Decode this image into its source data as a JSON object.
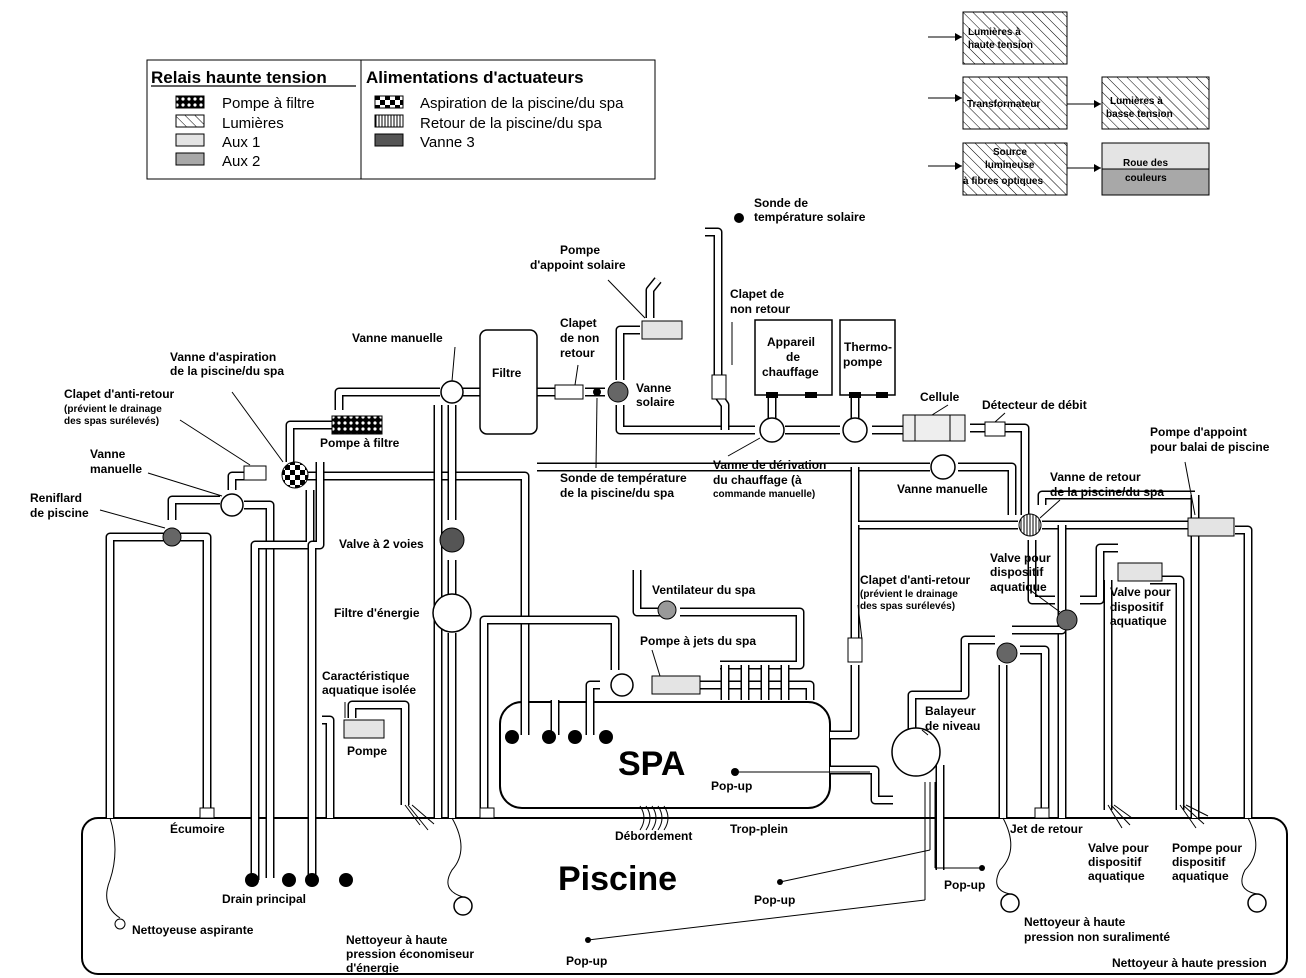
{
  "legend": {
    "col1_title": "Relais haunte tension",
    "col2_title": "Alimentations d'actuateurs",
    "col1_items": [
      {
        "label": "Pompe à filtre",
        "pattern": "dots"
      },
      {
        "label": "Lumières",
        "pattern": "hatch"
      },
      {
        "label": "Aux 1",
        "pattern": "light-gray"
      },
      {
        "label": "Aux 2",
        "pattern": "gray"
      }
    ],
    "col2_items": [
      {
        "label": "Aspiration de la piscine/du spa",
        "pattern": "checker"
      },
      {
        "label": "Retour de la piscine/du spa",
        "pattern": "vertical-lines"
      },
      {
        "label": "Vanne 3",
        "pattern": "dark-gray"
      }
    ]
  },
  "lights": {
    "hv_lights": "Lumières à haute tension",
    "transformer": "Transformateur",
    "lv_lights": "Lumières à basse tension",
    "fiber_source": "Source lumineuse à fibres optiques",
    "color_wheel": "Roue des couleurs"
  },
  "labels": {
    "solar_temp_sensor": "Sonde de température solaire",
    "solar_booster": "Pompe d'appoint solaire",
    "check_valve": "Clapet de non retour",
    "check_valve2": "Clapet de non retour",
    "manual_valve_top": "Vanne manuelle",
    "filter": "Filtre",
    "solar_valve": "Vanne solaire",
    "heater": "Appareil de chauffage",
    "heat_pump": "Thermo-pompe",
    "cell": "Cellule",
    "flow_detector": "Détecteur de débit",
    "suction_valve": "Vanne d'aspiration de la piscine/du spa",
    "anti_return": "Clapet d'anti-retour",
    "anti_return_note": "(prévient le drainage des spas surélevés)",
    "filter_pump": "Pompe à filtre",
    "manual_valve_left": "Vanne manuelle",
    "sniffer": "Reniflard de piscine",
    "pool_temp_sensor": "Sonde de température de la piscine/du spa",
    "heater_bypass": "Vanne de dérivation du chauffage",
    "heater_bypass_note": "(à commande manuelle)",
    "manual_valve_right": "Vanne manuelle",
    "return_valve": "Vanne de retour de la piscine/du spa",
    "cleaner_booster": "Pompe d'appoint pour balai de piscine",
    "two_way_valve": "Valve à 2 voies",
    "energy_filter": "Filtre d'énergie",
    "spa_blower": "Ventilateur du spa",
    "spa_jet_pump": "Pompe à jets du spa",
    "water_feature_valve1": "Valve pour dispositif aquatique",
    "water_feature_valve2": "Valve pour dispositif aquatique",
    "anti_return2": "Clapet d'anti-retour",
    "anti_return2_note": "(prévient le drainage des spas surélevés)",
    "isolated_feature": "Caractéristique aquatique isolée",
    "pump": "Pompe",
    "skimmer_level": "Balayeur de niveau",
    "spa": "SPA",
    "popup_spa": "Pop-up",
    "skimmer": "Écumoire",
    "overflow": "Débordement",
    "overflow2": "Trop-plein",
    "return_jet": "Jet de retour",
    "water_feature_valve3": "Valve pour dispositif aquatique",
    "booster_pump_feature": "Pompe pour dispositif aquatique",
    "main_drain": "Drain principal",
    "pool": "Piscine",
    "popup1": "Pop-up",
    "popup2": "Pop-up",
    "popup3": "Pop-up",
    "suction_cleaner": "Nettoyeuse aspirante",
    "hp_cleaner_eco": "Nettoyeur à haute pression économiseur d'énergie",
    "hp_cleaner_non": "Nettoyeur à haute pression non suralimenté",
    "hp_cleaner": "Nettoyeur à haute pression"
  }
}
